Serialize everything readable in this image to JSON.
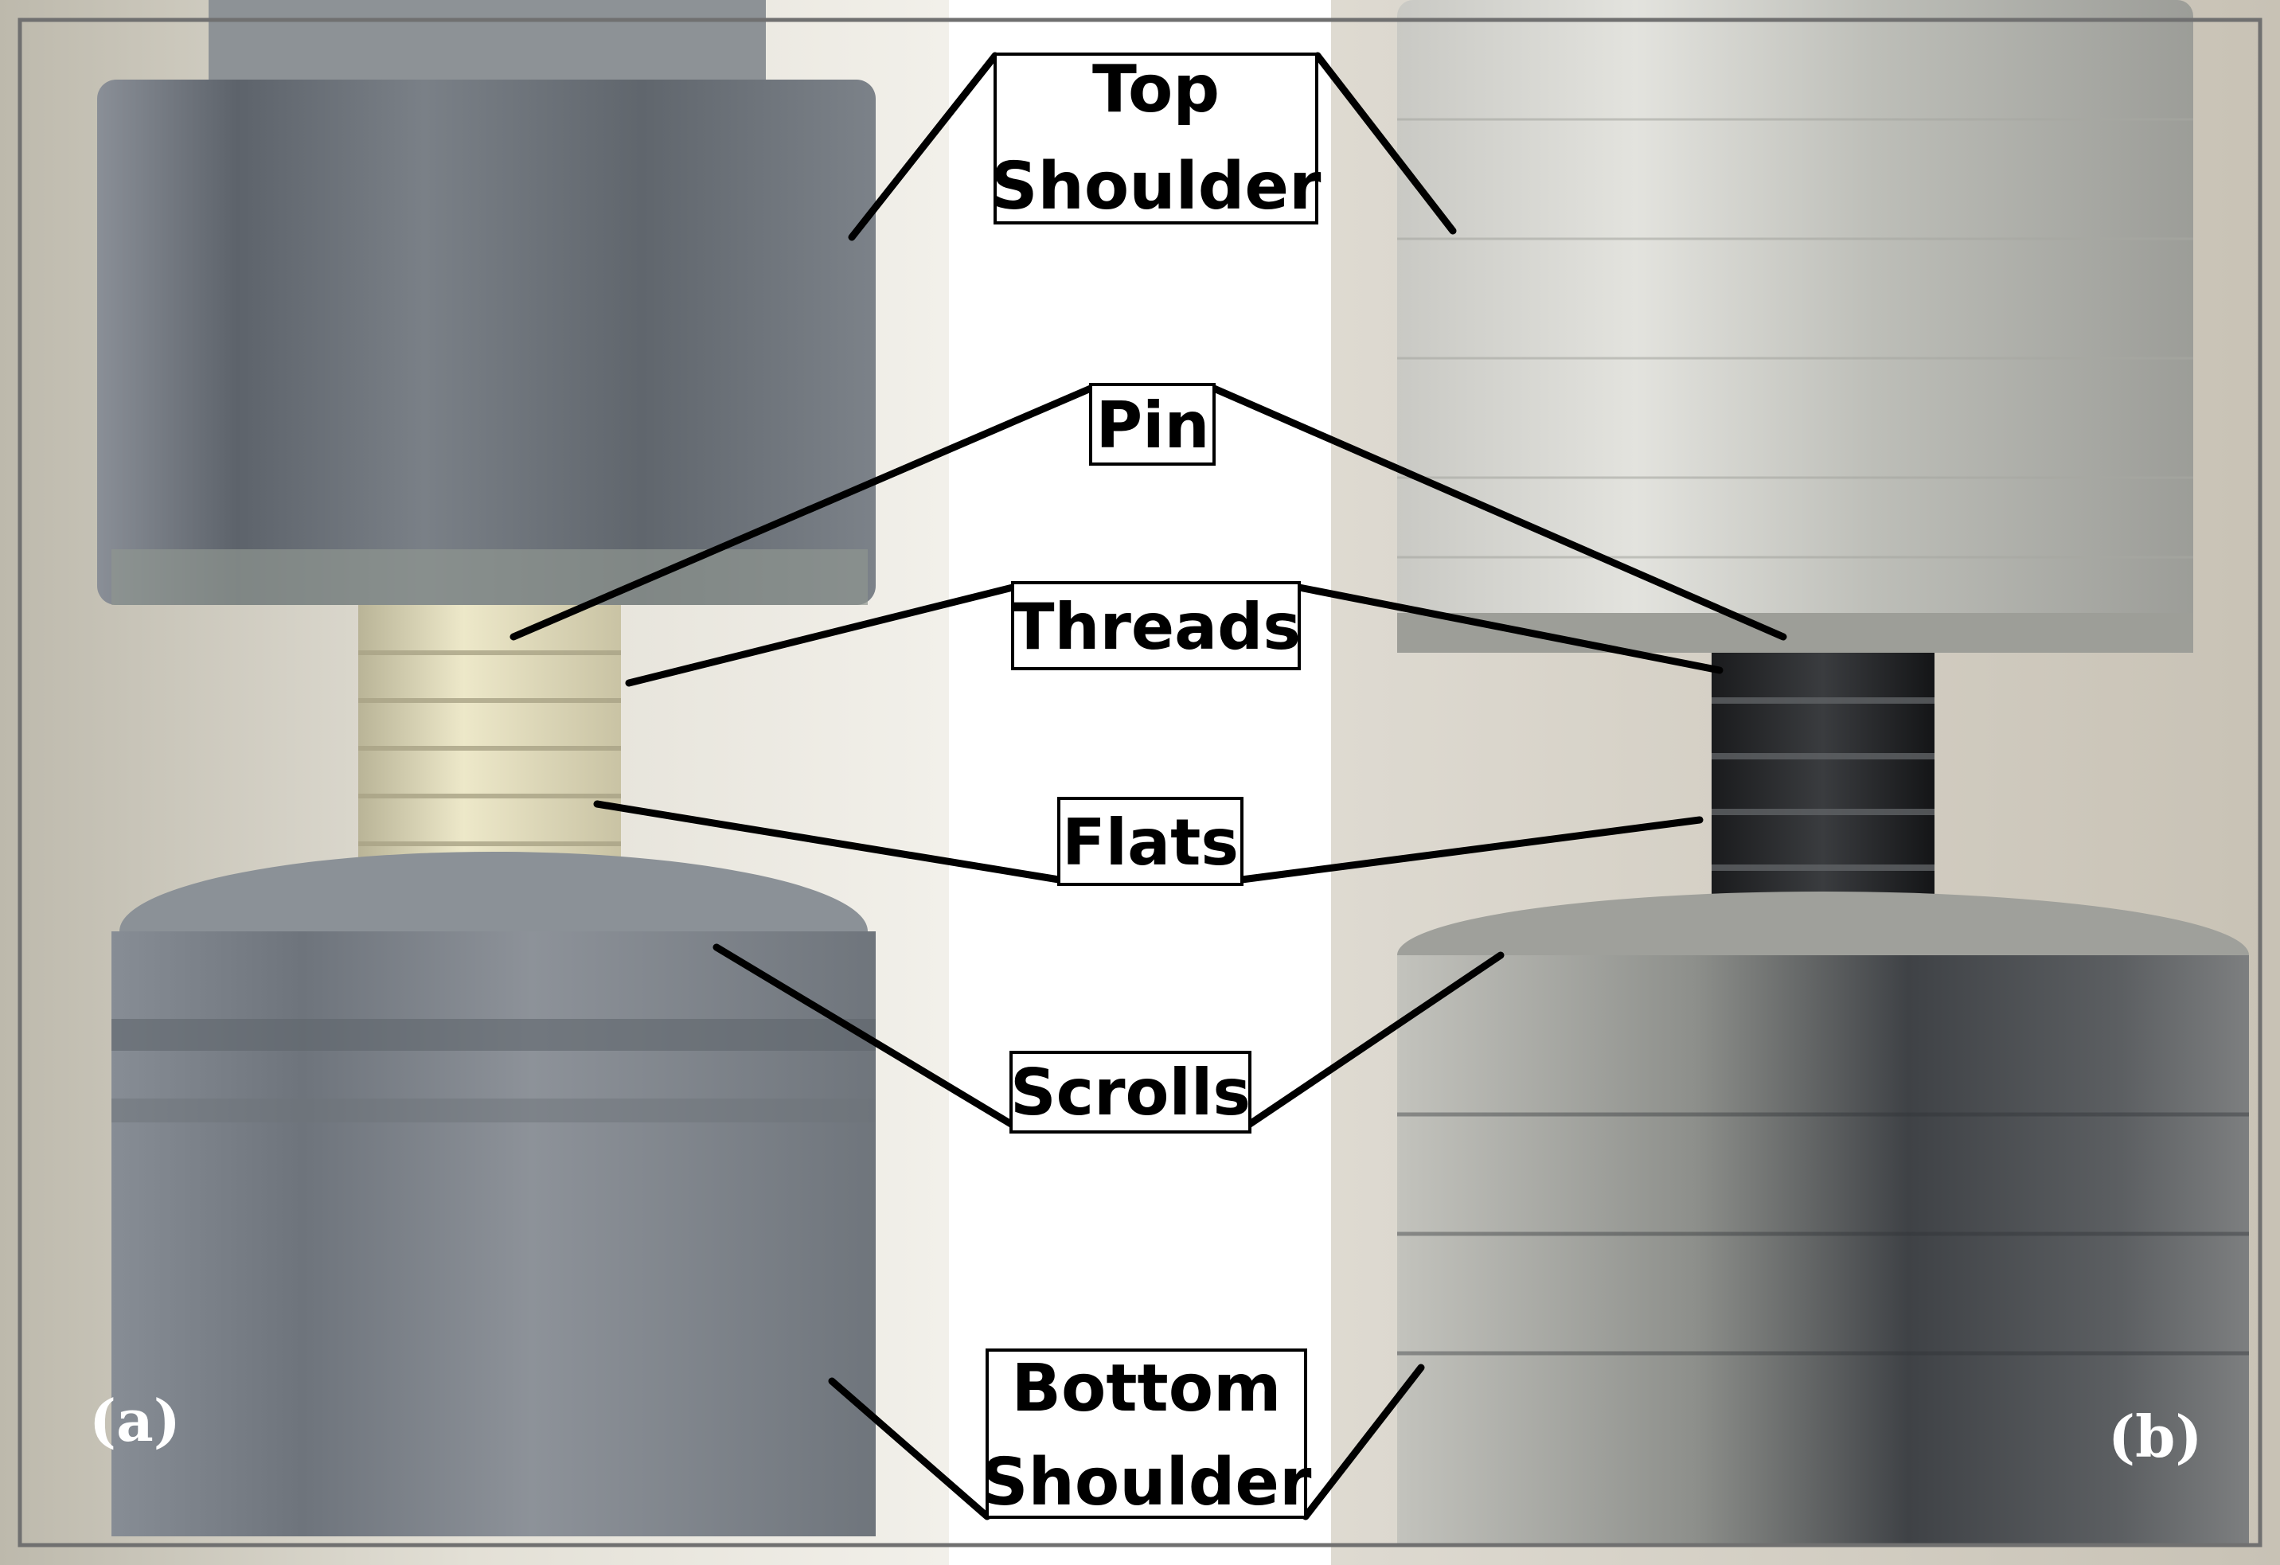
{
  "figure": {
    "panel_a_label": "(a)",
    "panel_b_label": "(b)",
    "callouts": {
      "top_shoulder": [
        "Top",
        "Shoulder"
      ],
      "pin": "Pin",
      "threads": "Threads",
      "flats": "Flats",
      "scrolls": "Scrolls",
      "bottom_shoulder": [
        "Bottom",
        "Shoulder"
      ]
    }
  }
}
